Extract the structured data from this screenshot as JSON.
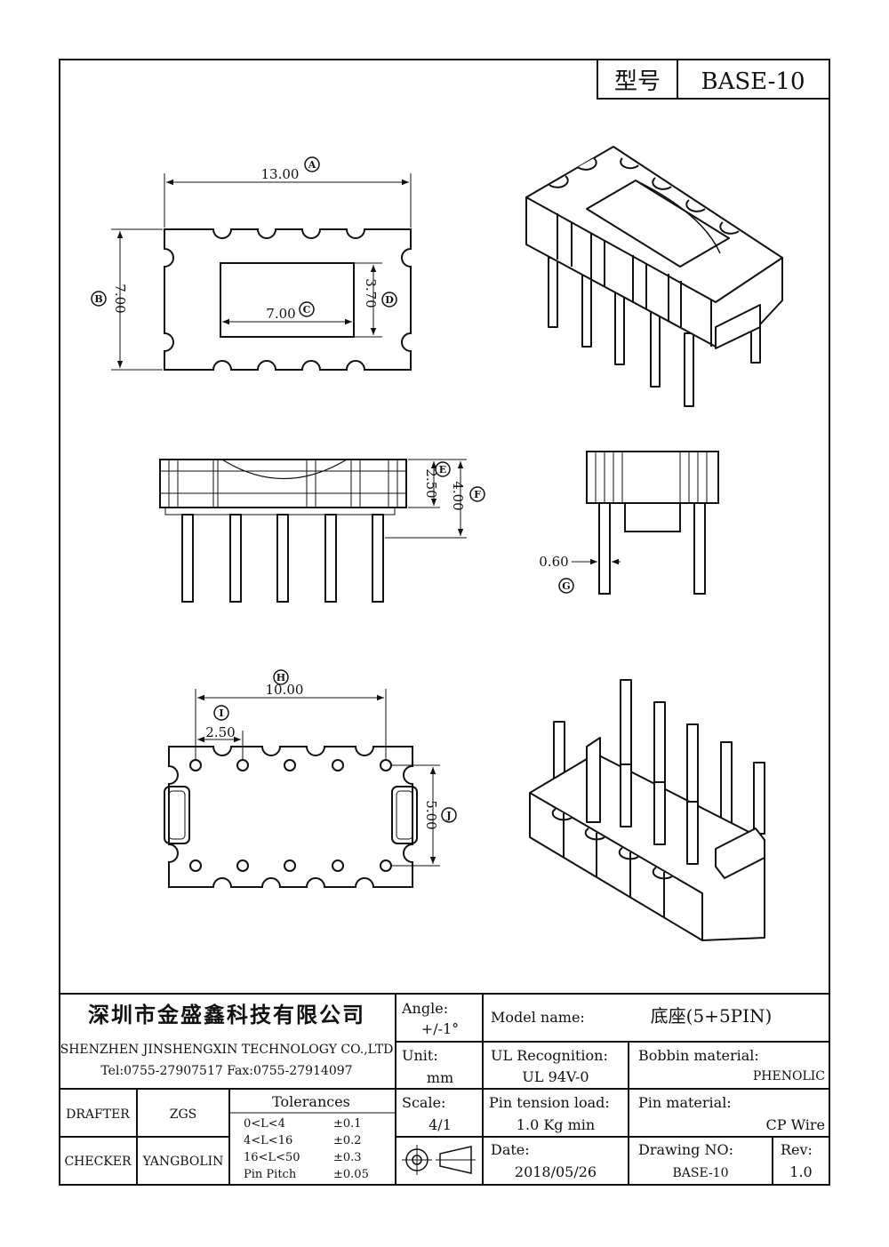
{
  "model_box": {
    "label": "型号",
    "value": "BASE-10"
  },
  "dimensions": {
    "a": "13.00",
    "b": "7.00",
    "c": "7.00",
    "d": "3.70",
    "e": "2.50",
    "f": "4.00",
    "g": "0.60",
    "h": "10.00",
    "i": "2.50",
    "j": "5.00"
  },
  "dimension_labels": [
    "A",
    "B",
    "C",
    "D",
    "E",
    "F",
    "G",
    "H",
    "I",
    "J"
  ],
  "title_block": {
    "company_cn": "深圳市金盛鑫科技有限公司",
    "company_en": "SHENZHEN JINSHENGXIN TECHNOLOGY CO.,LTD",
    "contact": "Tel:0755-27907517  Fax:0755-27914097",
    "angle_label": "Angle:",
    "angle_value": "+/-1°",
    "unit_label": "Unit:",
    "unit_value": "mm",
    "scale_label": "Scale:",
    "scale_value": "4/1",
    "model_name_label": "Model name:",
    "model_name_value": "底座(5+5PIN)",
    "ul_label": "UL Recognition:",
    "ul_value": "UL 94V-0",
    "bobbin_label": "Bobbin material:",
    "bobbin_value": "PHENOLIC",
    "pin_tension_label": "Pin tension load:",
    "pin_tension_value": "1.0 Kg min",
    "pin_material_label": "Pin material:",
    "pin_material_value": "CP Wire",
    "date_label": "Date:",
    "date_value": "2018/05/26",
    "drawing_no_label": "Drawing NO:",
    "drawing_no_value": "BASE-10",
    "rev_label": "Rev:",
    "rev_value": "1.0",
    "drafter_label": "DRAFTER",
    "drafter_value": "ZGS",
    "checker_label": "CHECKER",
    "checker_value": "YANGBOLIN",
    "tolerances_title": "Tolerances",
    "tolerances": [
      {
        "range": "0<L<4",
        "value": "±0.1"
      },
      {
        "range": "4<L<16",
        "value": "±0.2"
      },
      {
        "range": "16<L<50",
        "value": "±0.3"
      },
      {
        "range": "Pin Pitch",
        "value": "±0.05"
      }
    ]
  }
}
